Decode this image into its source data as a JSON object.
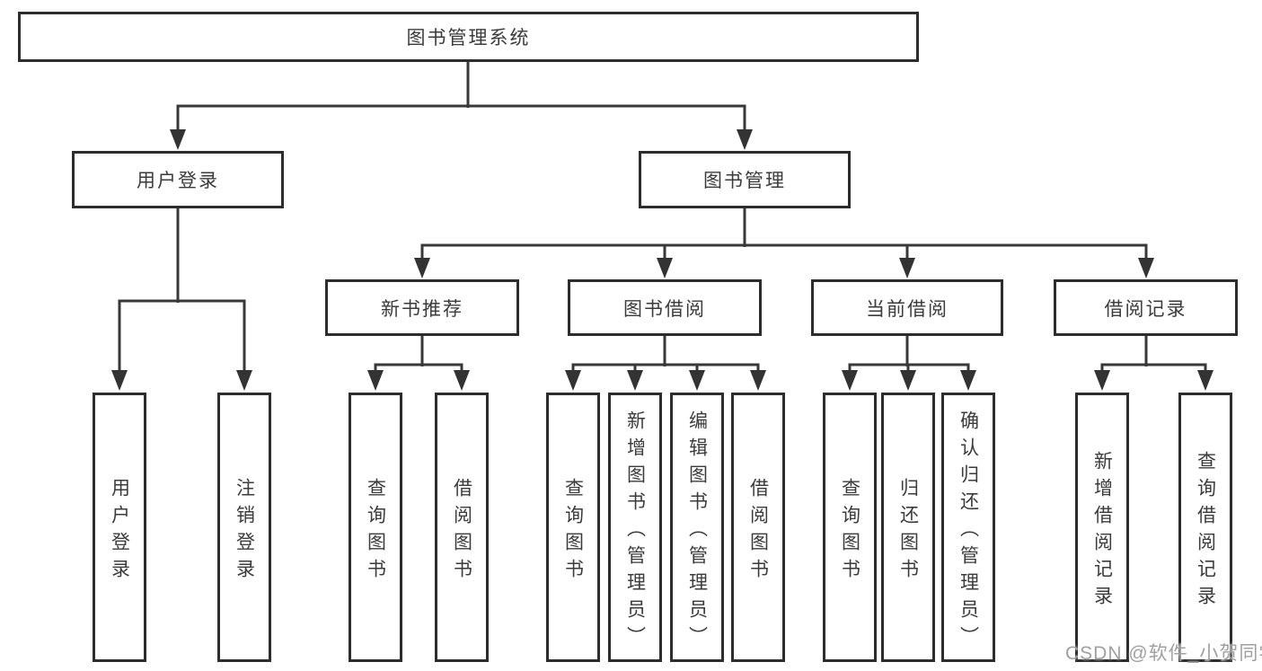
{
  "tree": {
    "root": "图书管理系统",
    "branches": [
      {
        "label": "用户登录",
        "children": [
          "用户登录",
          "注销登录"
        ]
      },
      {
        "label": "图书管理",
        "children": [
          {
            "label": "新书推荐",
            "children": [
              "查询图书",
              "借阅图书"
            ]
          },
          {
            "label": "图书借阅",
            "children": [
              "查询图书",
              "新增图书（管理员）",
              "编辑图书（管理员）",
              "借阅图书"
            ]
          },
          {
            "label": "当前借阅",
            "children": [
              "查询图书",
              "归还图书",
              "确认归还（管理员）"
            ]
          },
          {
            "label": "借阅记录",
            "children": [
              "新增借阅记录",
              "查询借阅记录"
            ]
          }
        ]
      }
    ]
  },
  "watermark": {
    "text": "CSDN @软件_小贺同学"
  },
  "colors": {
    "line": "#383838",
    "box_border": "#2d2d2d",
    "text": "#3b3b3b",
    "background": "#ffffff",
    "watermark": "#a0a0a0"
  }
}
